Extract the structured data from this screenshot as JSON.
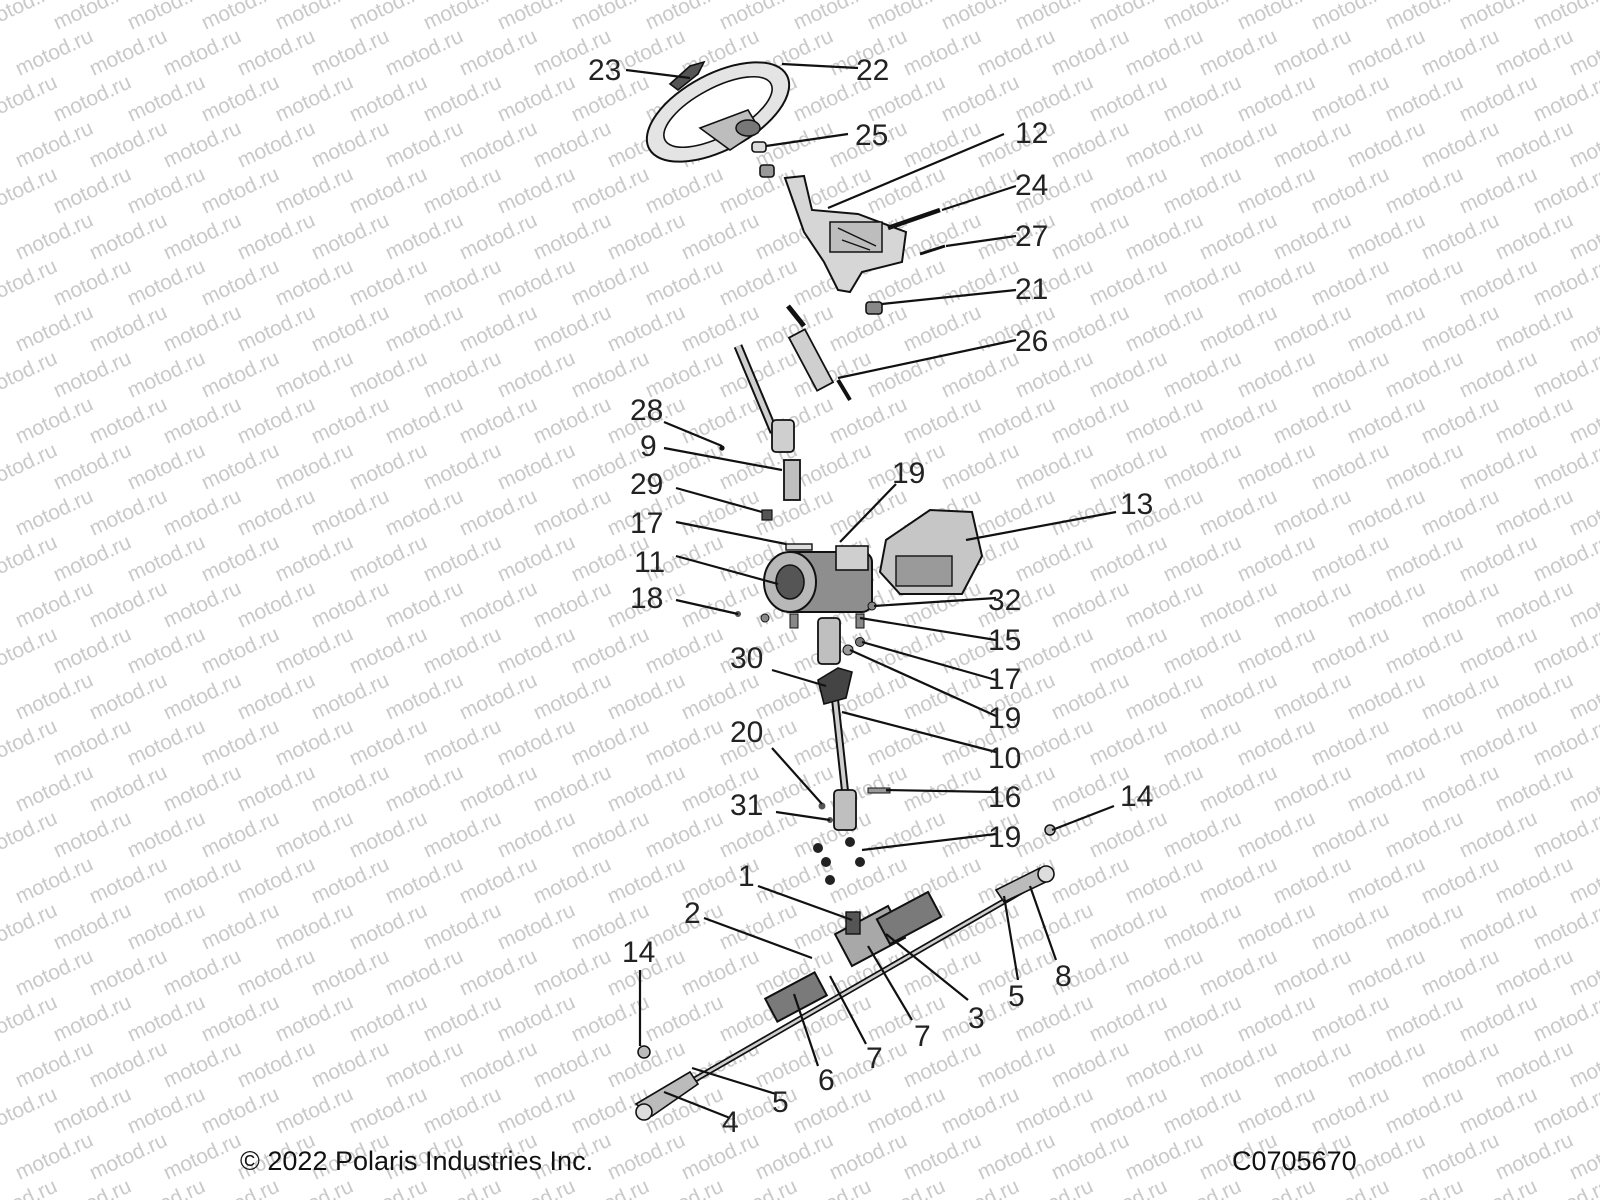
{
  "watermark_text": "motod.ru",
  "copyright": "© 2022 Polaris Industries Inc.",
  "diagram_code": "C0705670",
  "callouts": {
    "n23": "23",
    "n22": "22",
    "n25": "25",
    "n12": "12",
    "n24": "24",
    "n27": "27",
    "n21": "21",
    "n26": "26",
    "n28": "28",
    "n9": "9",
    "n29": "29",
    "n19a": "19",
    "n13": "13",
    "n17a": "17",
    "n11": "11",
    "n18": "18",
    "n32": "32",
    "n15": "15",
    "n17b": "17",
    "n30": "30",
    "n19b": "19",
    "n10": "10",
    "n20": "20",
    "n16": "16",
    "n14a": "14",
    "n31": "31",
    "n19c": "19",
    "n1": "1",
    "n2": "2",
    "n14b": "14",
    "n8": "8",
    "n5a": "5",
    "n3": "3",
    "n7a": "7",
    "n7b": "7",
    "n6": "6",
    "n5b": "5",
    "n4": "4"
  }
}
